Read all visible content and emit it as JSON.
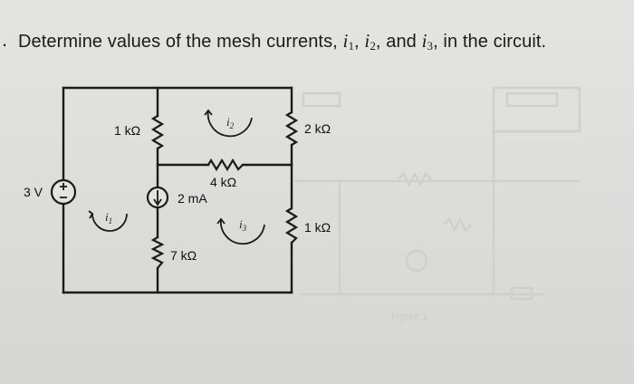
{
  "problem": {
    "prefix": ".",
    "text_before": "Determine values of the mesh currents, ",
    "i1_sub": "1",
    "i2_sub": "2",
    "i3_sub": "3",
    "sep1": ", ",
    "sep2": ", and ",
    "text_after": ", in the circuit."
  },
  "circuit": {
    "source_voltage": "3 V",
    "r_top_left": "1 kΩ",
    "r_top_right": "2 kΩ",
    "r_middle": "4 kΩ",
    "r_bottom_right": "1 kΩ",
    "r_bottom_left": "7 kΩ",
    "current_source": "2 mA",
    "mesh_1": "i",
    "mesh_1_sub": "1",
    "mesh_2": "i",
    "mesh_2_sub": "2",
    "mesh_3": "i",
    "mesh_3_sub": "3"
  },
  "background": {
    "figure_caption": "Figure 1"
  },
  "colors": {
    "ink": "#1b1b1b",
    "paper": "#dededd",
    "ghost": "#c9c9c6"
  }
}
